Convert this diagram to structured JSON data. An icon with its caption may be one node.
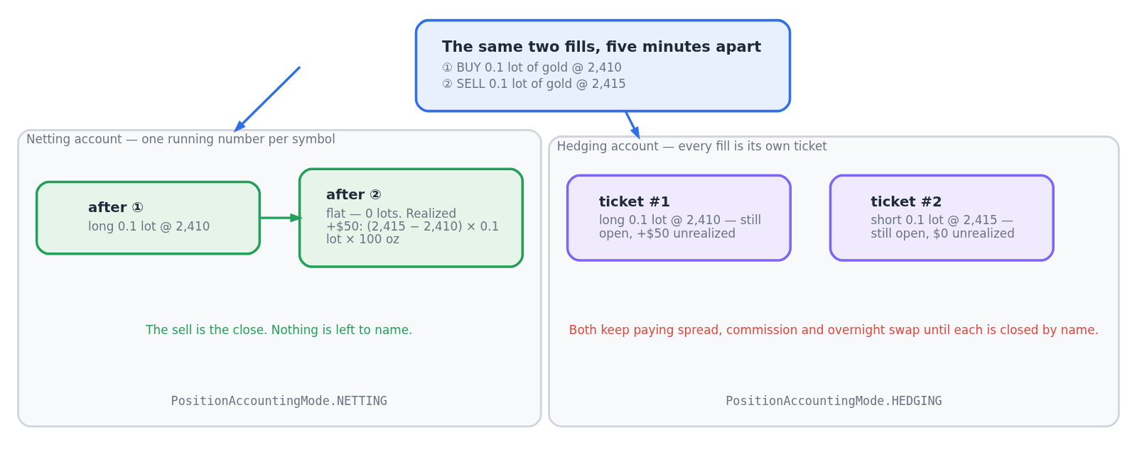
{
  "diagram": {
    "nodes": [
      {
        "text": [
          "The same two fills, five minutes apart",
          "① BUY 0.1 lot of gold @ 2,410",
          "② SELL 0.1 lot of gold @ 2,415"
        ]
      },
      {
        "text": [
          "Netting account — one running number per symbol"
        ]
      },
      {
        "text": [
          "after ①",
          "long 0.1 lot @ 2,410"
        ],
        "in": 1
      },
      {
        "text": [
          "after ②",
          "flat — 0 lots. Realized +$50: (2,415 − 2,410) × 0.1 lot × 100 oz"
        ],
        "in": 1
      },
      {
        "text": [
          "Hedging account — every fill is its own ticket"
        ]
      },
      {
        "text": [
          "ticket #1",
          "long 0.1 lot @ 2,410 — still open, +$50 unrealized"
        ],
        "in": 4
      },
      {
        "text": [
          "ticket #2",
          "short 0.1 lot @ 2,415 — still open, $0 unrealized"
        ],
        "in": 4
      }
    ],
    "edges": [
      {
        "from": null,
        "to": 1,
        "arrow": "to"
      },
      {
        "from": 0,
        "to": 4,
        "arrow": "to"
      },
      {
        "from": 2,
        "to": 3,
        "arrow": "to",
        "color": "#22a05a"
      }
    ],
    "labels": [
      "The sell is the close. Nothing is left to name.",
      "PositionAccountingMode.NETTING",
      "Both keep paying spread, commission and overnight swap until each is closed by name.",
      "PositionAccountingMode.HEDGING"
    ]
  }
}
